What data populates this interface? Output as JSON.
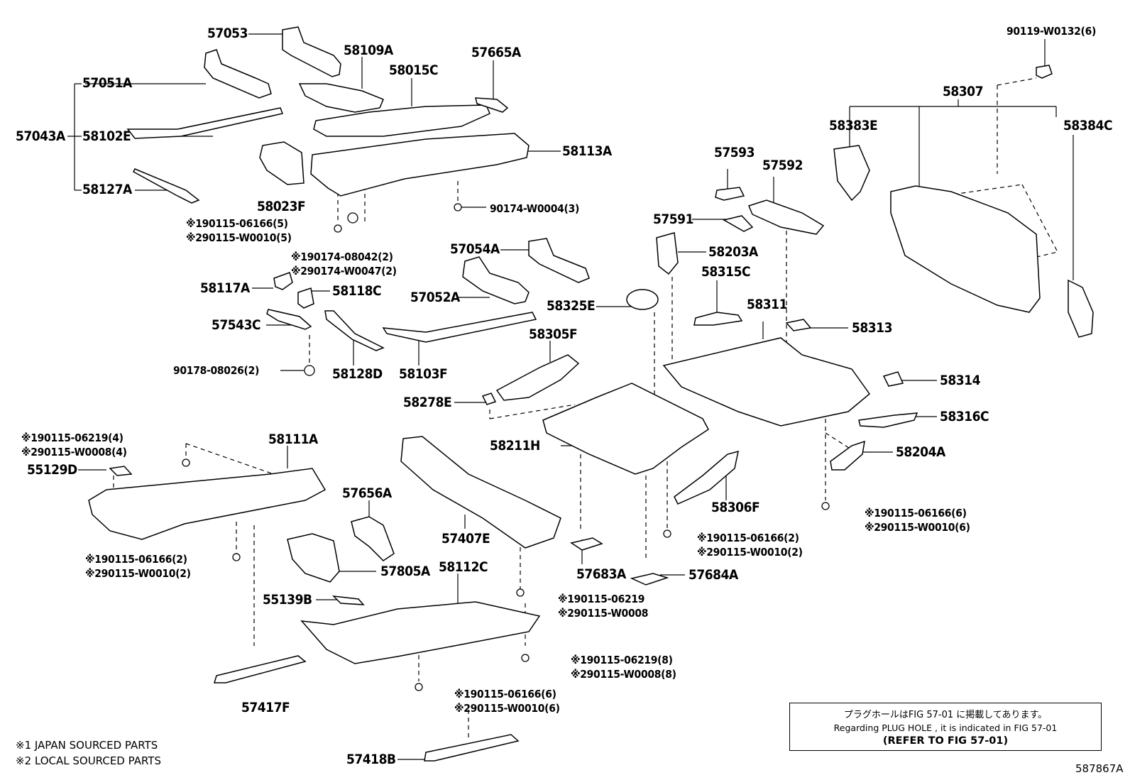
{
  "labels": {
    "p57053": "57053",
    "p58109A": "58109A",
    "p58015C": "58015C",
    "p57665A": "57665A",
    "p57051A": "57051A",
    "p57043A": "57043A",
    "p58102E": "58102E",
    "p58127A": "58127A",
    "p58023F": "58023F",
    "p58113A": "58113A",
    "p90174_W0004": "90174-W0004(3)",
    "p58117A": "58117A",
    "p58118C": "58118C",
    "p57543C": "57543C",
    "p90178_08026": "90178-08026(2)",
    "p58128D": "58128D",
    "p57054A": "57054A",
    "p57052A": "57052A",
    "p58103F": "58103F",
    "p58305F": "58305F",
    "p58278E": "58278E",
    "p58211H": "58211H",
    "p58325E": "58325E",
    "p57593": "57593",
    "p57592": "57592",
    "p57591": "57591",
    "p58203A": "58203A",
    "p58315C": "58315C",
    "p58311": "58311",
    "p58313": "58313",
    "p58314": "58314",
    "p58316C": "58316C",
    "p58204A": "58204A",
    "p58306F": "58306F",
    "p58307": "58307",
    "p58383E": "58383E",
    "p58384C": "58384C",
    "p90119_W0132": "90119-W0132(6)",
    "p58111A": "58111A",
    "p55129D": "55129D",
    "p57656A": "57656A",
    "p57407E": "57407E",
    "p57805A": "57805A",
    "p55139B": "55139B",
    "p58112C": "58112C",
    "p57683A": "57683A",
    "p57684A": "57684A",
    "p57417F": "57417F",
    "p57418B": "57418B"
  },
  "fasteners": {
    "f_top_a": [
      "※190115-06166(5)",
      "※290115-W0010(5)"
    ],
    "f_top_b": [
      "※190174-08042(2)",
      "※290174-W0047(2)"
    ],
    "f_left_a": [
      "※190115-06219(4)",
      "※290115-W0008(4)"
    ],
    "f_left_b": [
      "※190115-06166(2)",
      "※290115-W0010(2)"
    ],
    "f_mid_a": [
      "※190115-06219",
      "※290115-W0008"
    ],
    "f_mid_b": [
      "※190115-06219(8)",
      "※290115-W0008(8)"
    ],
    "f_mid_c": [
      "※190115-06166(6)",
      "※290115-W0010(6)"
    ],
    "f_right_a": [
      "※190115-06166(2)",
      "※290115-W0010(2)"
    ],
    "f_right_b": [
      "※190115-06166(6)",
      "※290115-W0010(6)"
    ]
  },
  "footnotes": [
    "※1 JAPAN SOURCED PARTS",
    "※2 LOCAL SOURCED PARTS"
  ],
  "note": {
    "line_jp": "プラグホールはFIG 57-01 に掲載してあります。",
    "line_en": "Regarding PLUG HOLE , it is indicated in FIG 57-01",
    "refer": "(REFER TO FIG 57-01)"
  },
  "figure_number": "587867A"
}
